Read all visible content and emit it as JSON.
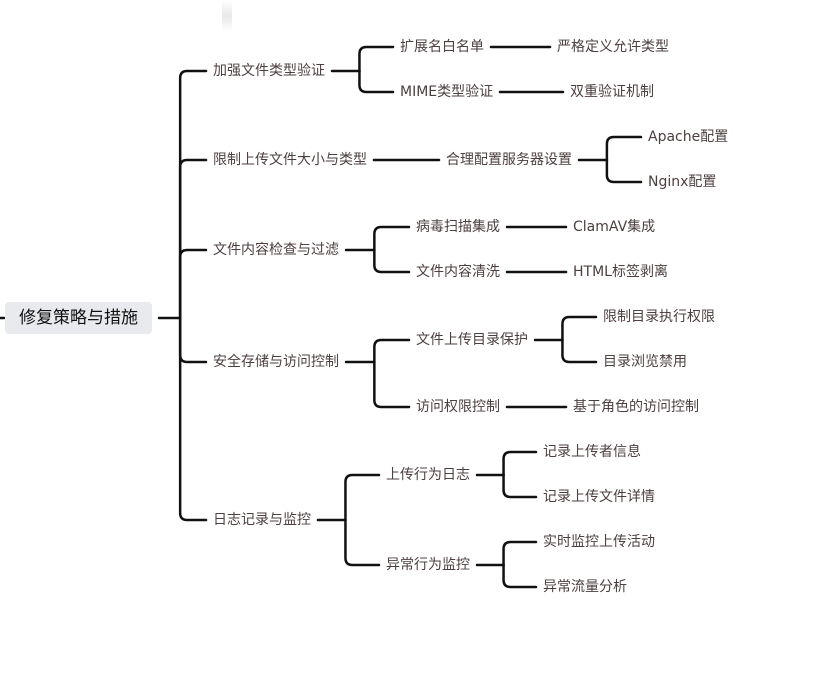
{
  "root": "修复策略与措施",
  "branches": [
    {
      "label": "加强文件类型验证",
      "children": [
        {
          "label": "扩展名白名单",
          "children": [
            {
              "label": "严格定义允许类型"
            }
          ]
        },
        {
          "label": "MIME类型验证",
          "children": [
            {
              "label": "双重验证机制"
            }
          ]
        }
      ]
    },
    {
      "label": "限制上传文件大小与类型",
      "children": [
        {
          "label": "合理配置服务器设置",
          "children": [
            {
              "label": "Apache配置"
            },
            {
              "label": "Nginx配置"
            }
          ]
        }
      ]
    },
    {
      "label": "文件内容检查与过滤",
      "children": [
        {
          "label": "病毒扫描集成",
          "children": [
            {
              "label": "ClamAV集成"
            }
          ]
        },
        {
          "label": "文件内容清洗",
          "children": [
            {
              "label": "HTML标签剥离"
            }
          ]
        }
      ]
    },
    {
      "label": "安全存储与访问控制",
      "children": [
        {
          "label": "文件上传目录保护",
          "children": [
            {
              "label": "限制目录执行权限"
            },
            {
              "label": "目录浏览禁用"
            }
          ]
        },
        {
          "label": "访问权限控制",
          "children": [
            {
              "label": "基于角色的访问控制"
            }
          ]
        }
      ]
    },
    {
      "label": "日志记录与监控",
      "children": [
        {
          "label": "上传行为日志",
          "children": [
            {
              "label": "记录上传者信息"
            },
            {
              "label": "记录上传文件详情"
            }
          ]
        },
        {
          "label": "异常行为监控",
          "children": [
            {
              "label": "实时监控上传活动"
            },
            {
              "label": "异常流量分析"
            }
          ]
        }
      ]
    }
  ]
}
